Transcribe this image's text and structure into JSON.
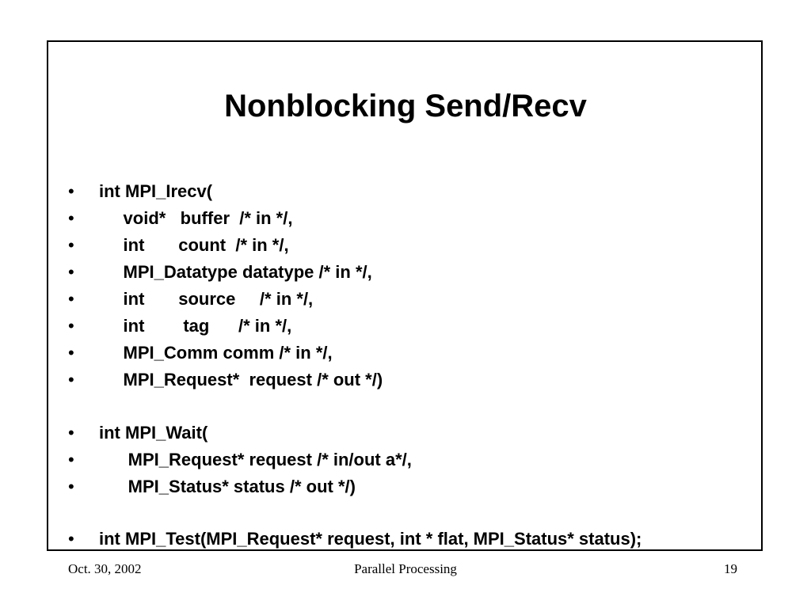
{
  "slide": {
    "title": "Nonblocking Send/Recv",
    "bullet_char": "•",
    "lines": [
      "int MPI_Irecv(",
      "     void*   buffer  /* in */,",
      "     int       count  /* in */,",
      "     MPI_Datatype datatype /* in */,",
      "     int       source     /* in */,",
      "     int        tag      /* in */,",
      "     MPI_Comm comm /* in */,",
      "     MPI_Request*  request /* out */)",
      "int MPI_Wait(",
      "      MPI_Request* request /* in/out a*/,",
      "      MPI_Status* status /* out */)",
      "int MPI_Test(MPI_Request* request, int * flat, MPI_Status* status);"
    ]
  },
  "footer": {
    "date": "Oct. 30, 2002",
    "course": "Parallel Processing",
    "page_number": "19"
  }
}
